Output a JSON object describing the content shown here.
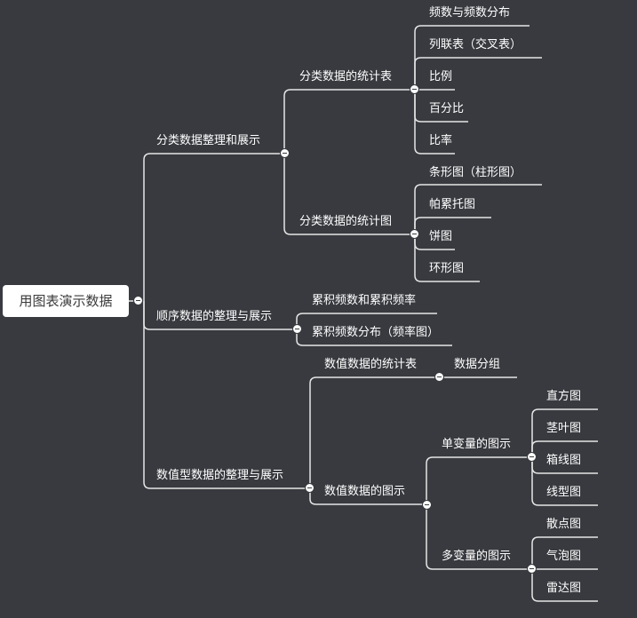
{
  "root": {
    "label": "用图表演示数据"
  },
  "branches": [
    {
      "label": "分类数据整理和展示",
      "children": [
        {
          "label": "分类数据的统计表",
          "children": [
            "频数与频数分布",
            "列联表（交叉表）",
            "比例",
            "百分比",
            "比率"
          ]
        },
        {
          "label": "分类数据的统计图",
          "children": [
            "条形图（柱形图）",
            "帕累托图",
            "饼图",
            "环形图"
          ]
        }
      ]
    },
    {
      "label": "顺序数据的整理与展示",
      "children": [
        "累积频数和累积频率",
        "累积频数分布（频率图）"
      ]
    },
    {
      "label": "数值型数据的整理与展示",
      "children": [
        {
          "label": "数值数据的统计表",
          "children": [
            "数据分组"
          ]
        },
        {
          "label": "数值数据的图示",
          "children": [
            {
              "label": "单变量的图示",
              "children": [
                "直方图",
                "茎叶图",
                "箱线图",
                "线型图"
              ]
            },
            {
              "label": "多变量的图示",
              "children": [
                "散点图",
                "气泡图",
                "雷达图"
              ]
            }
          ]
        }
      ]
    }
  ]
}
